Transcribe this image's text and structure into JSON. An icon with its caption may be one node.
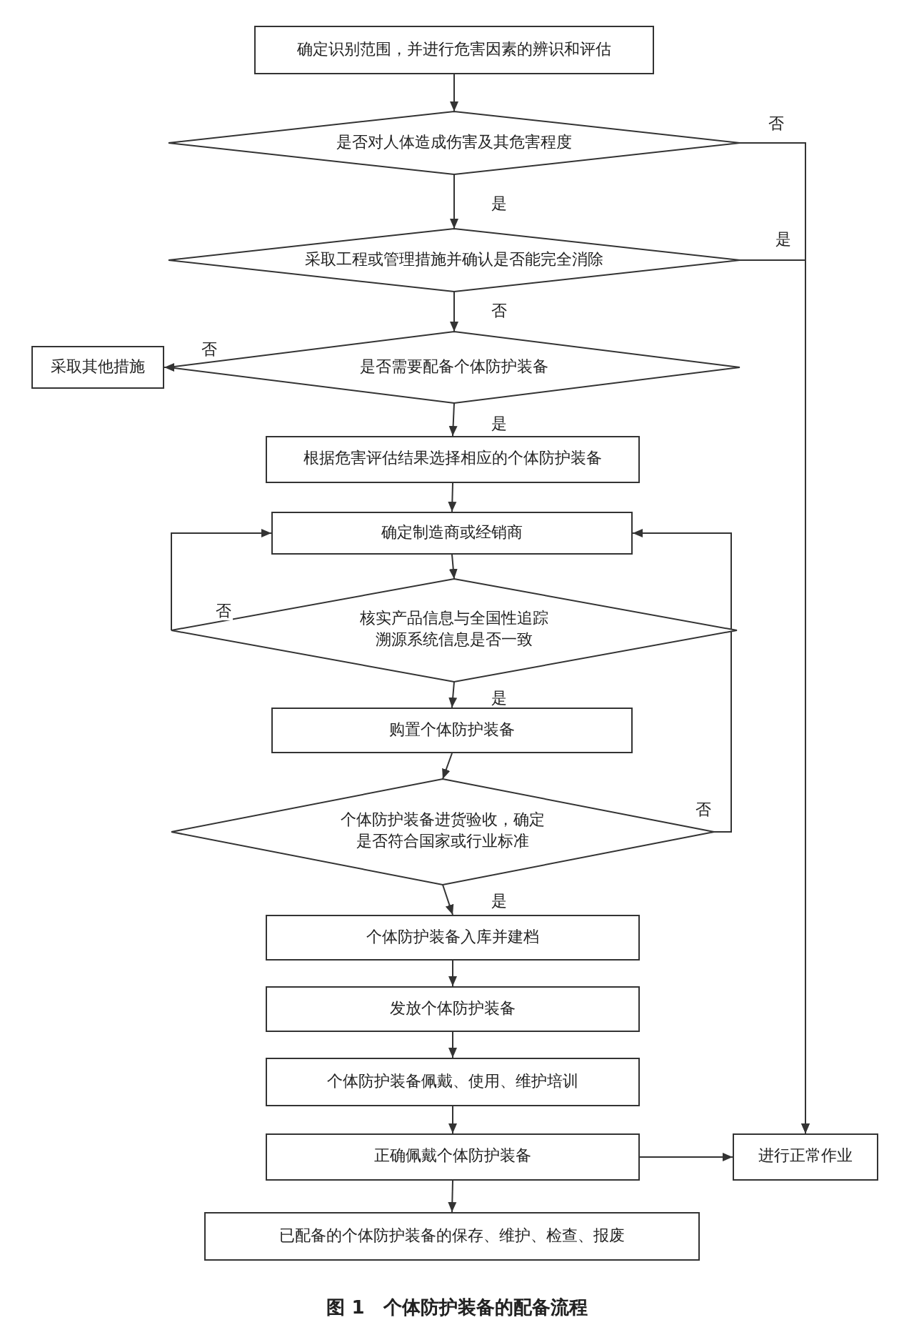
{
  "diagram": {
    "caption": "图 1　个体防护装备的配备流程",
    "nodes": [
      {
        "text": [
          "确定识别范围，并进行危害因素的辨识和评估"
        ]
      },
      {
        "text": [
          "是否对人体造成伤害及其危害程度"
        ]
      },
      {
        "text": [
          "采取工程或管理措施并确认是否能完全消除"
        ]
      },
      {
        "text": [
          "是否需要配备个体防护装备"
        ]
      },
      {
        "text": [
          "采取其他措施"
        ]
      },
      {
        "text": [
          "根据危害评估结果选择相应的个体防护装备"
        ]
      },
      {
        "text": [
          "确定制造商或经销商"
        ]
      },
      {
        "text": [
          "核实产品信息与全国性追踪溯源系统信息是否一致"
        ]
      },
      {
        "text": [
          "购置个体防护装备"
        ]
      },
      {
        "text": [
          "个体防护装备进货验收，确定是否符合国家或行业标准"
        ]
      },
      {
        "text": [
          "个体防护装备入库并建档"
        ]
      },
      {
        "text": [
          "发放个体防护装备"
        ]
      },
      {
        "text": [
          "个体防护装备佩戴、使用、维护培训"
        ]
      },
      {
        "text": [
          "正确佩戴个体防护装备"
        ]
      },
      {
        "text": [
          "进行正常作业"
        ]
      },
      {
        "text": [
          "已配备的个体防护装备的保存、维护、检查、报废"
        ]
      }
    ],
    "edges": [
      {
        "from": 0,
        "to": 1,
        "arrow": "to"
      },
      {
        "from": 1,
        "to": 2,
        "arrow": "to",
        "label": "是"
      },
      {
        "from": 1,
        "to": 14,
        "arrow": "to",
        "label": "否"
      },
      {
        "from": 2,
        "to": 14,
        "arrow": "to",
        "label": "是"
      },
      {
        "from": 2,
        "to": 3,
        "arrow": "to",
        "label": "否"
      },
      {
        "from": 3,
        "to": 4,
        "arrow": "to",
        "label": "否"
      },
      {
        "from": 3,
        "to": 5,
        "arrow": "to",
        "label": "是"
      },
      {
        "from": 5,
        "to": 6,
        "arrow": "to"
      },
      {
        "from": 6,
        "to": 7,
        "arrow": "to"
      },
      {
        "from": 7,
        "to": 6,
        "arrow": "to",
        "label": "否"
      },
      {
        "from": 7,
        "to": 8,
        "arrow": "to",
        "label": "是"
      },
      {
        "from": 8,
        "to": 9,
        "arrow": "to"
      },
      {
        "from": 9,
        "to": 6,
        "arrow": "to",
        "label": "否"
      },
      {
        "from": 9,
        "to": 10,
        "arrow": "to",
        "label": "是"
      },
      {
        "from": 10,
        "to": 11,
        "arrow": "to"
      },
      {
        "from": 11,
        "to": 12,
        "arrow": "to"
      },
      {
        "from": 12,
        "to": 13,
        "arrow": "to"
      },
      {
        "from": 13,
        "to": 14,
        "arrow": "to"
      },
      {
        "from": 13,
        "to": 15,
        "arrow": "to"
      }
    ]
  }
}
